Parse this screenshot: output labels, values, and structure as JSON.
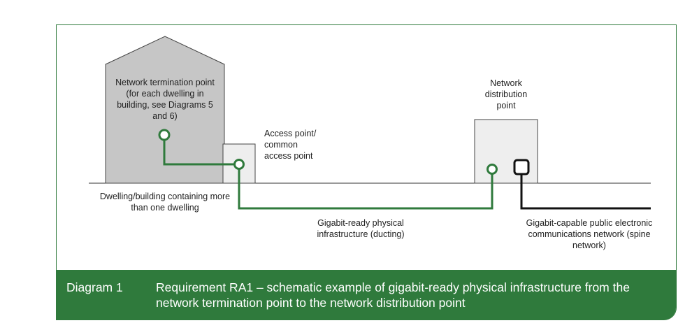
{
  "labels": {
    "ntp": "Network termination point (for each dwelling in building, see Diagrams 5 and 6)",
    "access_point": "Access point/\ncommon\naccess point",
    "dwelling": "Dwelling/building containing more than one dwelling",
    "ndp": "Network\ndistribution\npoint",
    "infrastructure": "Gigabit-ready physical infrastructure (ducting)",
    "public_network": "Gigabit-capable public electronic communications network (spine network)"
  },
  "caption": {
    "number": "Diagram 1",
    "text": "Requirement RA1 – schematic example of gigabit-ready physical infrastructure from the network termination point to the network distribution point"
  },
  "colors": {
    "accent": "#2f7a3c",
    "building_fill": "#c6c6c6",
    "box_fill": "#eeeeee",
    "spine": "#111111"
  }
}
